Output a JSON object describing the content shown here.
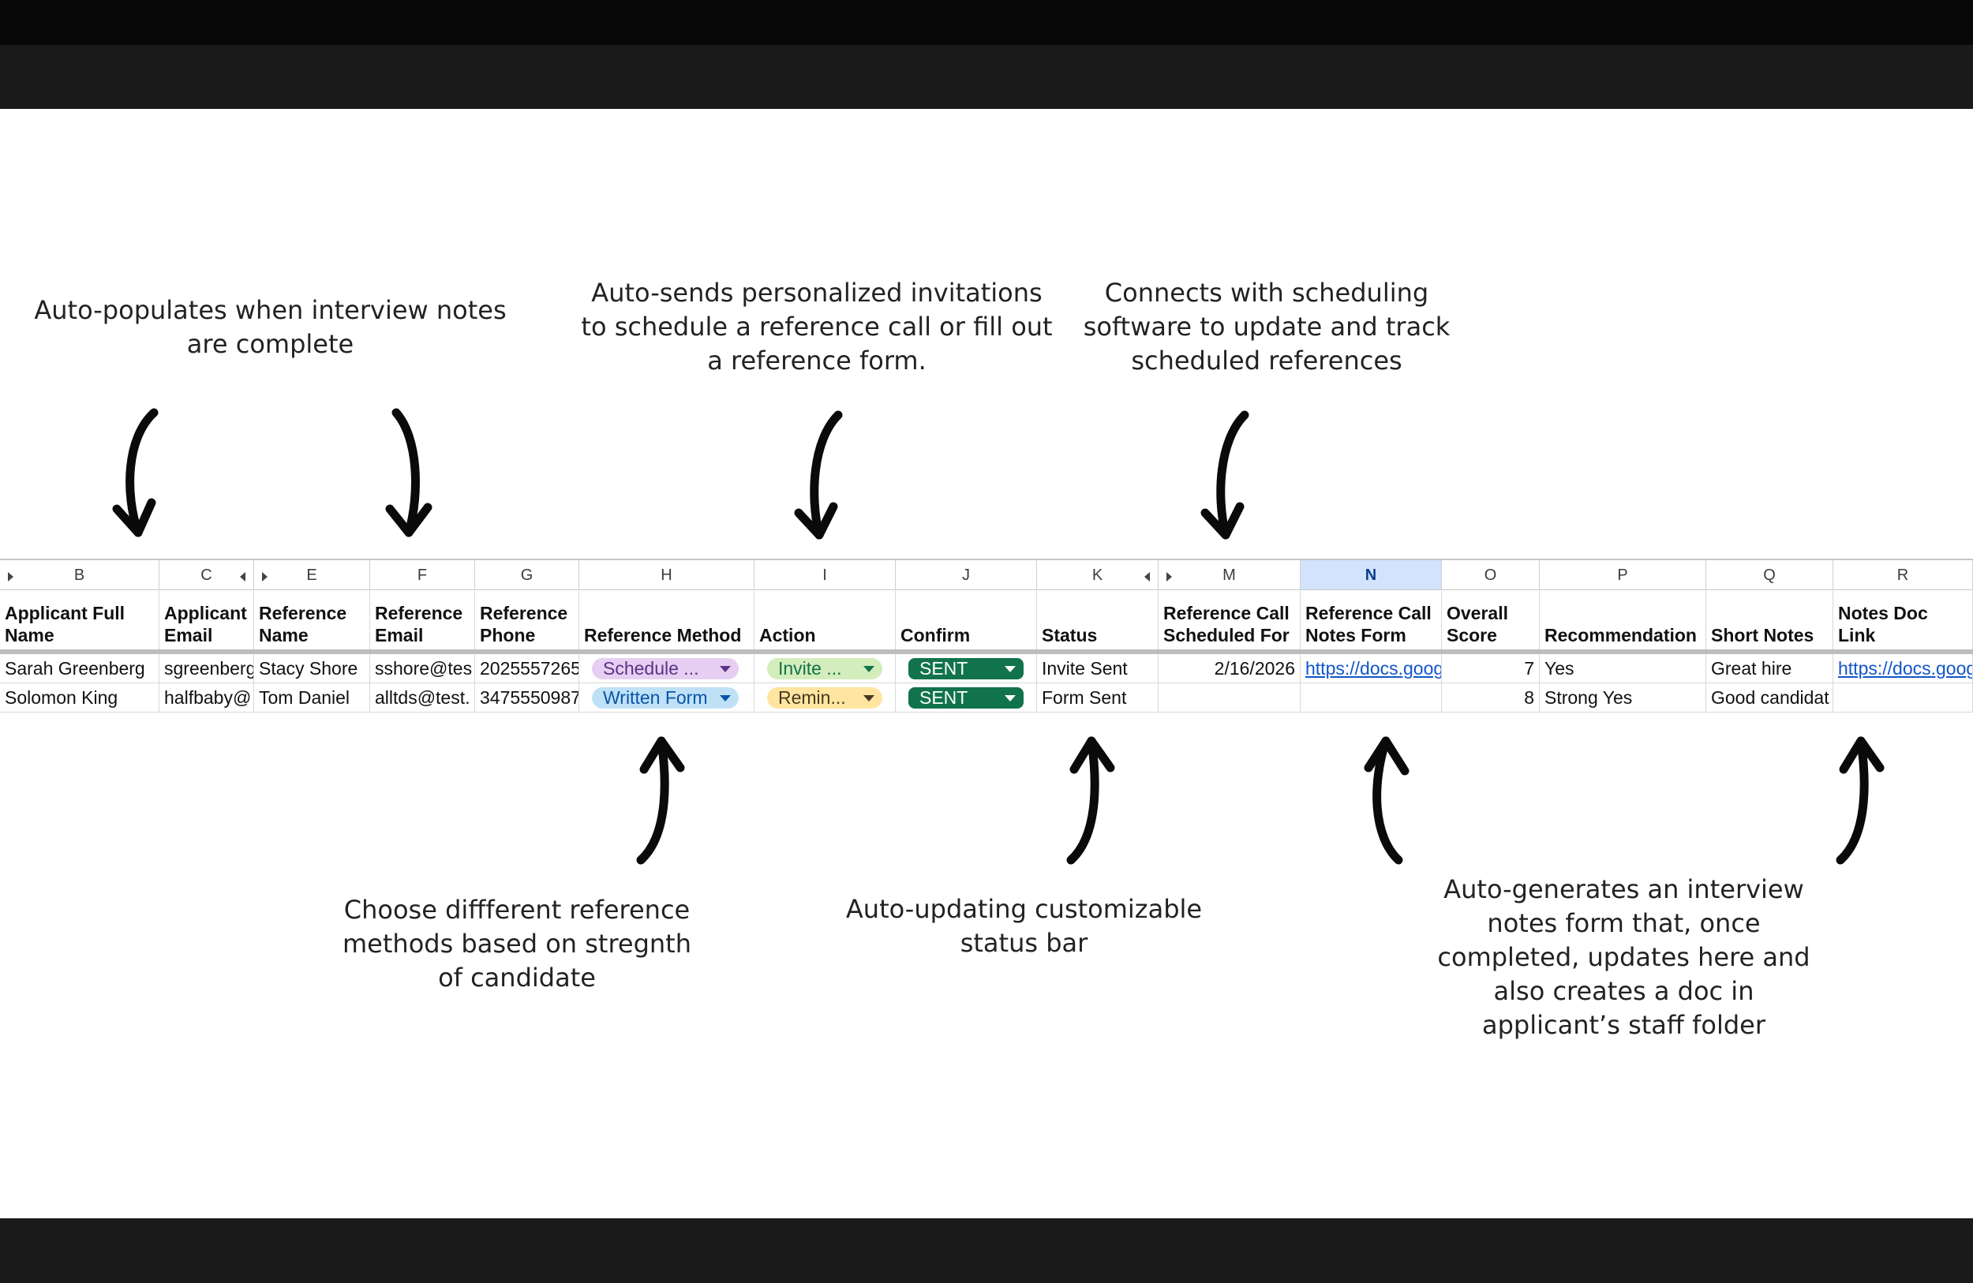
{
  "annotations": {
    "top_left": "Auto-populates when interview notes are complete",
    "top_middle": "Auto-sends personalized invitations to schedule a reference call or fill out a reference form.",
    "top_right": "Connects with scheduling software to update and track scheduled references",
    "bottom_left": "Choose diffferent reference methods based on stregnth of candidate",
    "bottom_middle": "Auto-updating customizable status bar",
    "bottom_right": "Auto-generates an interview notes form that, once completed, updates here and also creates a doc in applicant’s staff folder"
  },
  "sheet": {
    "selected_column": "N",
    "column_letters": [
      "B",
      "C",
      "E",
      "F",
      "G",
      "H",
      "I",
      "J",
      "K",
      "M",
      "N",
      "O",
      "P",
      "Q",
      "R"
    ],
    "headers": {
      "B": "Applicant Full Name",
      "C": "Applicant Email",
      "E": "Reference Name",
      "F": "Reference Email",
      "G": "Reference Phone",
      "H": "Reference Method",
      "I": "Action",
      "J": "Confirm",
      "K": "Status",
      "M": "Reference Call Scheduled For",
      "N": "Reference Call Notes Form",
      "O": "Overall Score",
      "P": "Recommendation",
      "Q": "Short Notes",
      "R": "Notes Doc Link"
    },
    "rows": [
      {
        "applicant_name": "Sarah Greenberg",
        "applicant_email": "sgreenberg",
        "reference_name": "Stacy Shore",
        "reference_email": "sshore@tes",
        "reference_phone": "2025557265",
        "reference_method": "Schedule ...",
        "action": "Invite ...",
        "confirm": "SENT",
        "status": "Invite Sent",
        "scheduled_for": "2/16/2026",
        "notes_form": "https://docs.goog",
        "overall_score": "7",
        "recommendation": "Yes",
        "short_notes": "Great hire",
        "notes_doc_link": "https://docs.goog"
      },
      {
        "applicant_name": "Solomon King",
        "applicant_email": "halfbaby@",
        "reference_name": "Tom Daniel",
        "reference_email": "alltds@test.",
        "reference_phone": "3475550987",
        "reference_method": "Written Form",
        "action": "Remin...",
        "confirm": "SENT",
        "status": "Form Sent",
        "scheduled_for": "",
        "notes_form": "",
        "overall_score": "8",
        "recommendation": "Strong Yes",
        "short_notes": "Good candidat",
        "notes_doc_link": ""
      }
    ]
  },
  "colors": {
    "chip_purple": "#e6cff2",
    "chip_blue": "#bfe1f6",
    "chip_green": "#d4edbc",
    "chip_yellow": "#ffe5a0",
    "chip_sent": "#11734b",
    "selected_column": "#d3e3fd",
    "link": "#1155cc"
  }
}
